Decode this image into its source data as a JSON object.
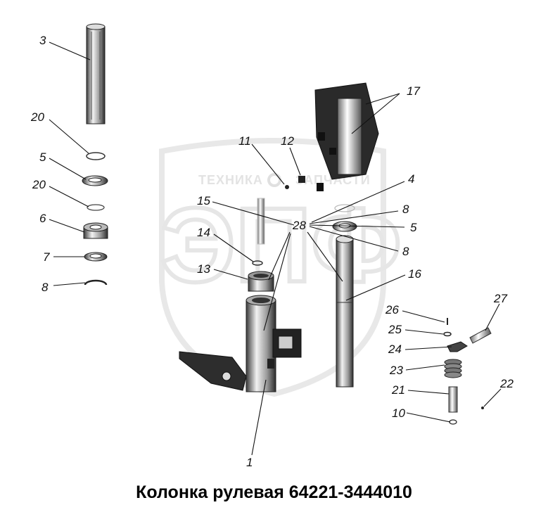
{
  "caption": "Колонка рулевая 64221-3444010",
  "watermark": {
    "brand": "ТЕХНИКА",
    "brand_suffix": "ЗАПЧАСТИ",
    "logo": "ЭПФ"
  },
  "callouts": [
    "3",
    "20",
    "5",
    "20",
    "6",
    "7",
    "8",
    "11",
    "12",
    "17",
    "4",
    "15",
    "28",
    "8",
    "5",
    "14",
    "8",
    "13",
    "16",
    "1",
    "26",
    "27",
    "25",
    "24",
    "23",
    "21",
    "22",
    "10"
  ],
  "icons": {
    "gear": "gear-icon"
  }
}
